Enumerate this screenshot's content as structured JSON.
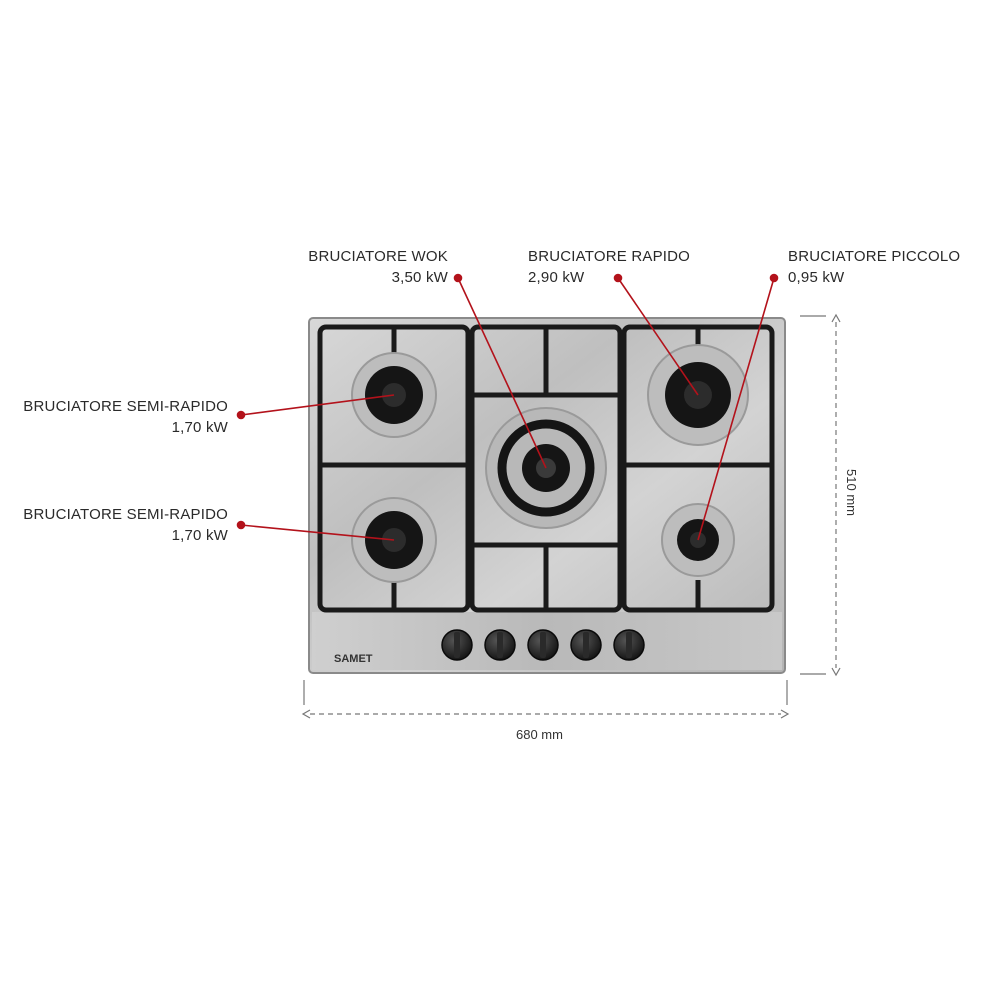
{
  "brand": "SAMET",
  "colors": {
    "leader": "#b3121b",
    "grate": "#1a1a1a",
    "steel": "#c9c9c9",
    "dimension": "#777777"
  },
  "burners": [
    {
      "id": "semi-rapido-top",
      "name": "BRUCIATORE SEMI-RAPIDO",
      "power": "1,70 kW"
    },
    {
      "id": "semi-rapido-bottom",
      "name": "BRUCIATORE SEMI-RAPIDO",
      "power": "1,70 kW"
    },
    {
      "id": "wok",
      "name": "BRUCIATORE WOK",
      "power": "3,50 kW"
    },
    {
      "id": "rapido",
      "name": "BRUCIATORE RAPIDO",
      "power": "2,90 kW"
    },
    {
      "id": "piccolo",
      "name": "BRUCIATORE PICCOLO",
      "power": "0,95 kW"
    }
  ],
  "knobs": 5,
  "dimensions": {
    "width": "680 mm",
    "height": "510 mm"
  }
}
